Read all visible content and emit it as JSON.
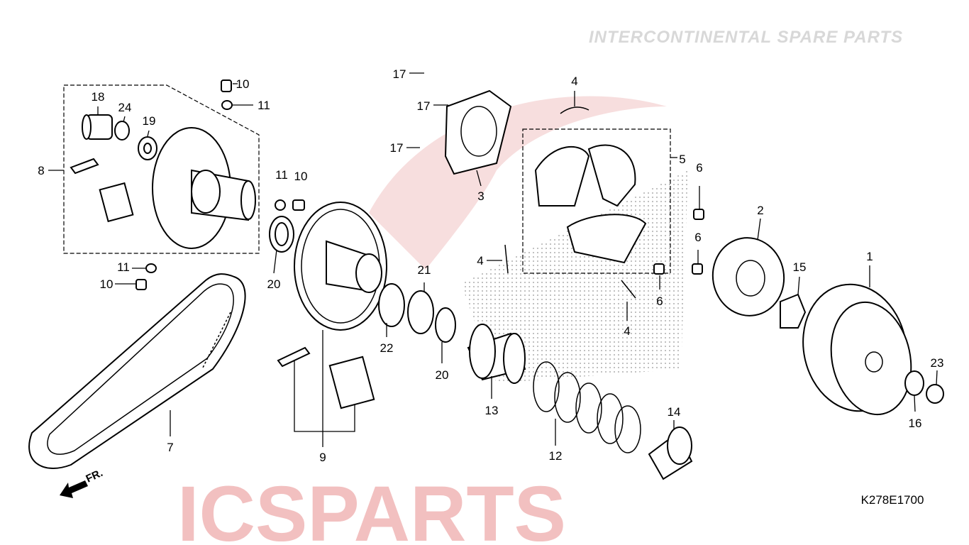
{
  "watermark": {
    "brand": "ICSPARTS",
    "tagline": "INTERCONTINENTAL SPARE PARTS",
    "color_red": "#e8b4b4",
    "color_grey": "#e6e6e6"
  },
  "diagram_code": "K278E1700",
  "front_indicator": "FR.",
  "labels": [
    "10",
    "11",
    "18",
    "24",
    "19",
    "8",
    "11",
    "10",
    "11",
    "10",
    "20",
    "7",
    "9",
    "22",
    "21",
    "20",
    "13",
    "12",
    "14",
    "17",
    "17",
    "17",
    "3",
    "4",
    "5",
    "4",
    "4",
    "6",
    "6",
    "6",
    "2",
    "15",
    "1",
    "23",
    "16"
  ]
}
